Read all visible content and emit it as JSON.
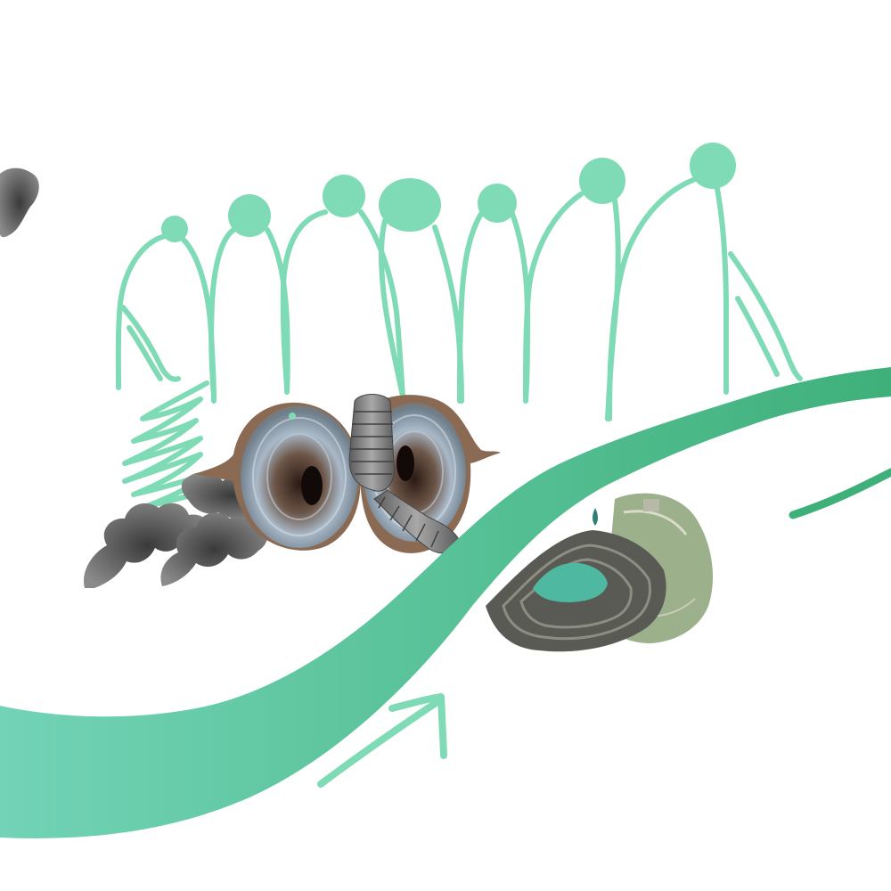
{
  "artwork": {
    "style": "collage illustration",
    "elements": {
      "figures": {
        "count": 8,
        "color": "#7fdbb6"
      },
      "river": {
        "color_start": "#72d3b6",
        "color_end": "#3fb07a"
      },
      "arrow": {
        "color": "#7fdbb6",
        "direction": "up-right"
      },
      "side_stroke": {
        "color": "#3fb07a"
      },
      "scribble": {
        "color": "#7fdbb6"
      },
      "smoke": {
        "color": "#555555"
      },
      "mine_eyes": {
        "count": 2,
        "color": "#8ea3b4"
      },
      "drill_tubes": {
        "color": "#777777"
      },
      "open_pit_mine": {
        "water_color": "#4fb8a0",
        "terrace_color": "#5a5a55"
      },
      "aerial_patch": {
        "color": "#9cb08c"
      }
    }
  }
}
